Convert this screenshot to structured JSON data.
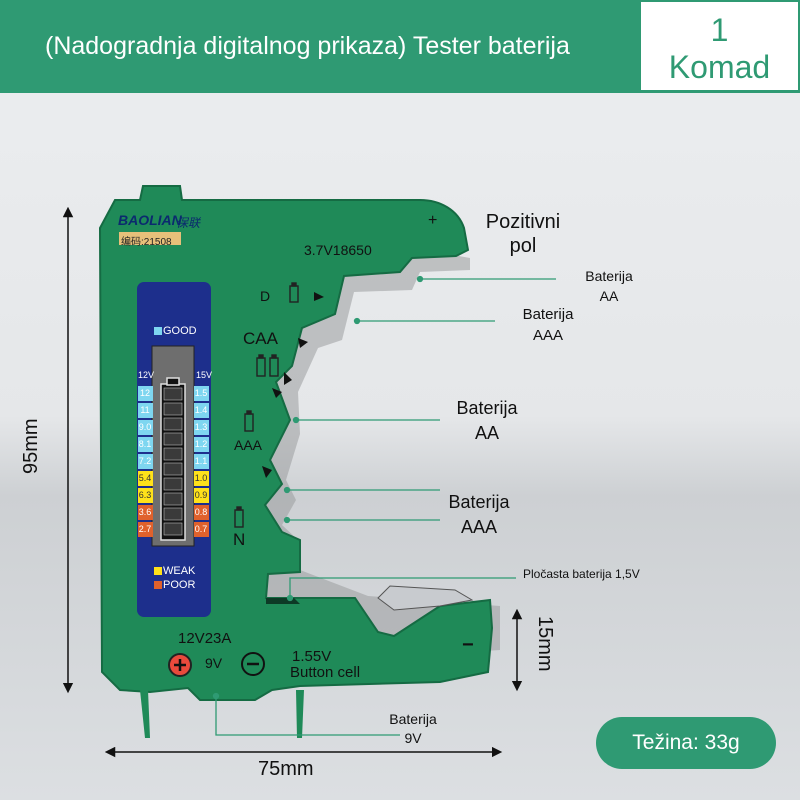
{
  "banner": {
    "title": "(Nadogradnja digitalnog prikaza) Tester baterija",
    "quantity_number": "1",
    "quantity_unit": "Komad"
  },
  "device": {
    "brand": "BAOLIAN",
    "brand_cn": "保联",
    "model_code": "编码:21508",
    "top_slot_label": "3.7V18650",
    "plus_sign": "+",
    "minus_sign": "−",
    "slot_d": "D",
    "slot_caa": "CAA",
    "slot_aaa": "AAA",
    "slot_n": "N",
    "good_label": "GOOD",
    "weak_label": "WEAK",
    "poor_label": "POOR",
    "col_12v": "12V",
    "col_15v": "15V",
    "scale_12v": [
      "12",
      "11",
      "9.0",
      "8.1",
      "7.2",
      "5.4",
      "6.3",
      "3.6",
      "2.7"
    ],
    "scale_15v": [
      "1.5",
      "1.4",
      "1.3",
      "1.2",
      "1.1",
      "1.0",
      "0.9",
      "0.8",
      "0.7"
    ],
    "bottom_12v": "12V23A",
    "bottom_9v": "9V",
    "bottom_155v": "1.55V",
    "bottom_button_cell": "Button cell"
  },
  "annotations": {
    "positive_pole": [
      "Pozitivni",
      "pol"
    ],
    "aa_small": [
      "Baterija",
      "AA"
    ],
    "aaa_small": [
      "Baterija",
      "AAA"
    ],
    "aa_big": [
      "Baterija",
      "AA"
    ],
    "aaa_big": [
      "Baterija",
      "AAA"
    ],
    "button_battery": "Pločasta baterija 1,5V",
    "battery_9v": [
      "Baterija",
      "9V"
    ]
  },
  "dimensions": {
    "height": "95mm",
    "width": "75mm",
    "depth": "15mm"
  },
  "weight": "Težina: 33g",
  "colors": {
    "brand_green": "#2f9a73",
    "device_green": "#1f8a58",
    "display_blue": "#1d2f8c"
  }
}
